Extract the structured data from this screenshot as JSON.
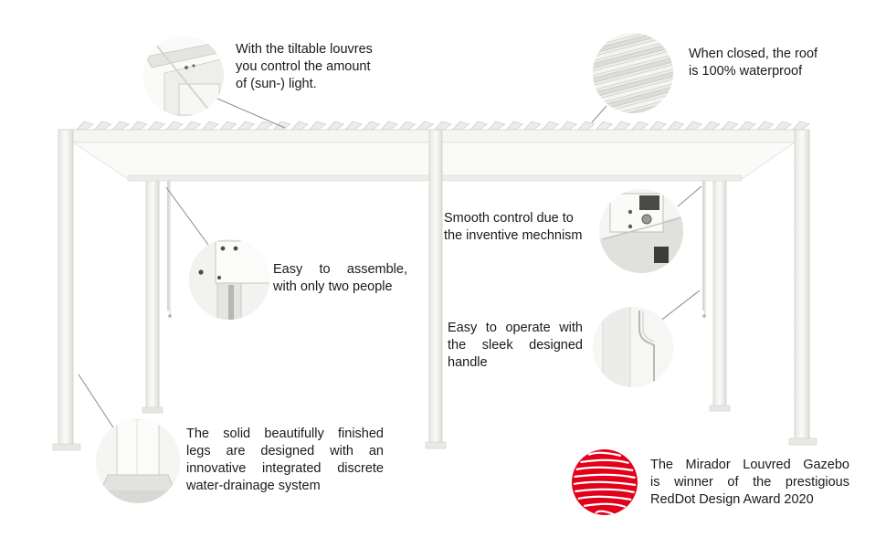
{
  "features": {
    "louvres": {
      "lines": [
        "With the tiltable louvres",
        "you control the amount",
        "of (sun-) light."
      ]
    },
    "waterproof": {
      "lines": [
        "When closed, the roof",
        "is 100% waterproof"
      ]
    },
    "mechanism": {
      "lines": [
        "Smooth control due to",
        "the inventive mechnism"
      ]
    },
    "assemble": {
      "lines": [
        "Easy to assemble,",
        "with only two people"
      ]
    },
    "handle": {
      "lines": [
        "Easy to operate with",
        "the sleek designed",
        "handle"
      ]
    },
    "legs": {
      "lines": [
        "The solid beautifully finished",
        "legs are designed with an",
        "innovative integrated discrete",
        "water-drainage system"
      ]
    },
    "award": {
      "lines": [
        "The Mirador Louvred Gazebo",
        "is winner of the prestigious",
        "RedDot Design Award 2020"
      ]
    }
  },
  "colors": {
    "frame": "#f3f3f1",
    "frame_edge": "#d2d2ce",
    "callout_line": "#8a8a8a",
    "reddot": "#e2001a"
  },
  "icons": {
    "award_logo": "reddot-award-icon"
  }
}
